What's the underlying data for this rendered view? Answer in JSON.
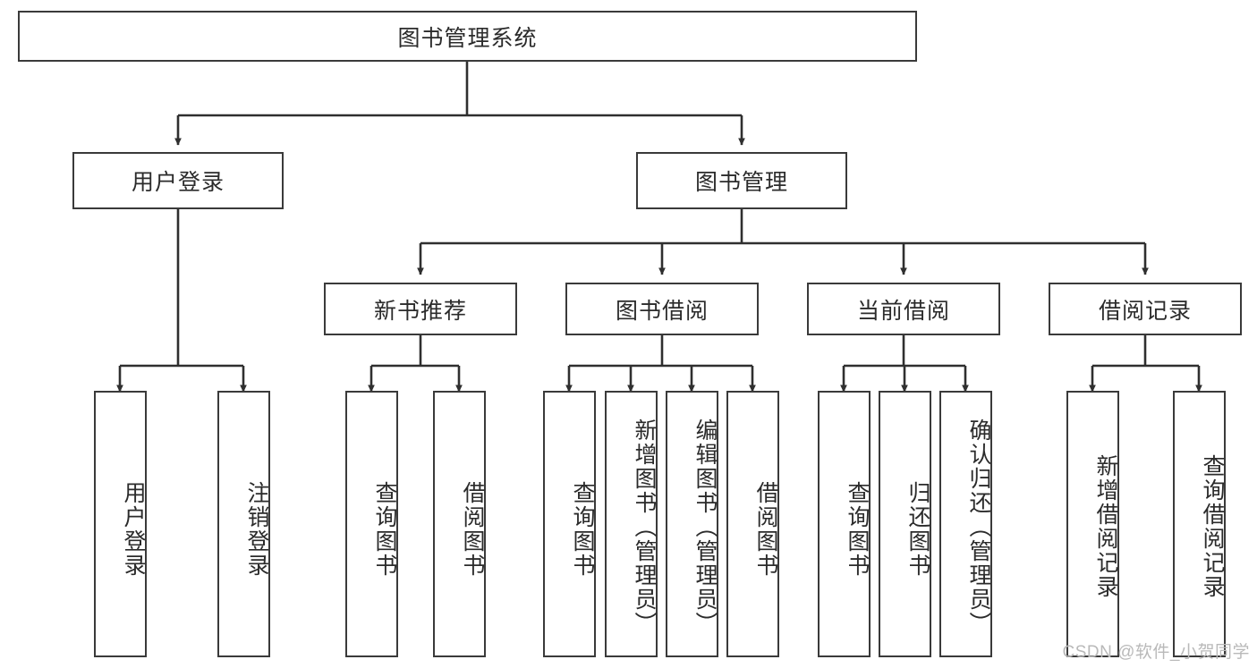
{
  "diagram": {
    "title": "图书管理系统",
    "type": "tree-hierarchy",
    "watermark": "CSDN @软件_小贺同学",
    "colors": {
      "border": "#3a3a3a",
      "background": "#ffffff",
      "text": "#2b2b2b",
      "edge": "#2f2f2f",
      "watermark": "#b9b9b9"
    },
    "nodes": {
      "root": {
        "label": "图书管理系统"
      },
      "level2": [
        {
          "id": "user-login",
          "label": "用户登录"
        },
        {
          "id": "book-manage",
          "label": "图书管理"
        }
      ],
      "level3": [
        {
          "id": "new-book-recommend",
          "label": "新书推荐"
        },
        {
          "id": "book-borrow",
          "label": "图书借阅"
        },
        {
          "id": "current-borrow",
          "label": "当前借阅"
        },
        {
          "id": "borrow-record",
          "label": "借阅记录"
        }
      ],
      "leaves": {
        "user_login": [
          {
            "id": "leaf-user-login",
            "label": "用户登录"
          },
          {
            "id": "leaf-logout-login",
            "label": "注销登录"
          }
        ],
        "new_book_recommend": [
          {
            "id": "leaf-query-book-1",
            "label": "查询图书"
          },
          {
            "id": "leaf-borrow-book-1",
            "label": "借阅图书"
          }
        ],
        "book_borrow": [
          {
            "id": "leaf-query-book-2",
            "label": "查询图书"
          },
          {
            "id": "leaf-add-book-admin",
            "label": "新增图书（管理员）"
          },
          {
            "id": "leaf-edit-book-admin",
            "label": "编辑图书（管理员）"
          },
          {
            "id": "leaf-borrow-book-2",
            "label": "借阅图书"
          }
        ],
        "current_borrow": [
          {
            "id": "leaf-query-book-3",
            "label": "查询图书"
          },
          {
            "id": "leaf-return-book",
            "label": "归还图书"
          },
          {
            "id": "leaf-confirm-return-admin",
            "label": "确认归还（管理员）"
          }
        ],
        "borrow_record": [
          {
            "id": "leaf-add-borrow-record",
            "label": "新增借阅记录"
          },
          {
            "id": "leaf-query-borrow-record",
            "label": "查询借阅记录"
          }
        ]
      }
    }
  }
}
